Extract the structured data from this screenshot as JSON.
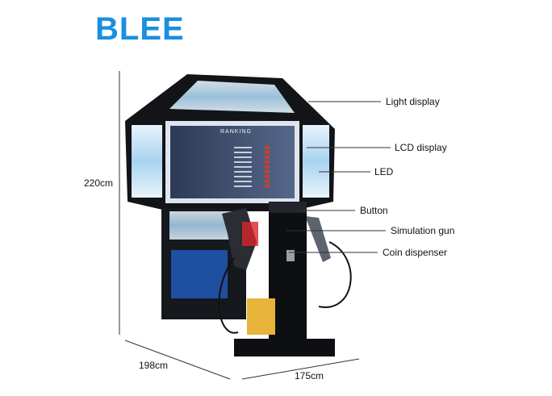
{
  "brand": {
    "logo_text": "BLEE",
    "color": "#1a8fe0"
  },
  "screen": {
    "heading": "RANKING"
  },
  "callouts": [
    {
      "label": "Light display"
    },
    {
      "label": "LCD display"
    },
    {
      "label": "LED"
    },
    {
      "label": "Button"
    },
    {
      "label": "Simulation gun"
    },
    {
      "label": "Coin dispenser"
    }
  ],
  "dimensions": {
    "height": "220cm",
    "depth": "198cm",
    "width": "175cm"
  },
  "colors": {
    "cabinet": "#111418",
    "led_glow": "#cfe6f7",
    "screen": "#3a4a66",
    "accent_red": "#d8262a"
  }
}
